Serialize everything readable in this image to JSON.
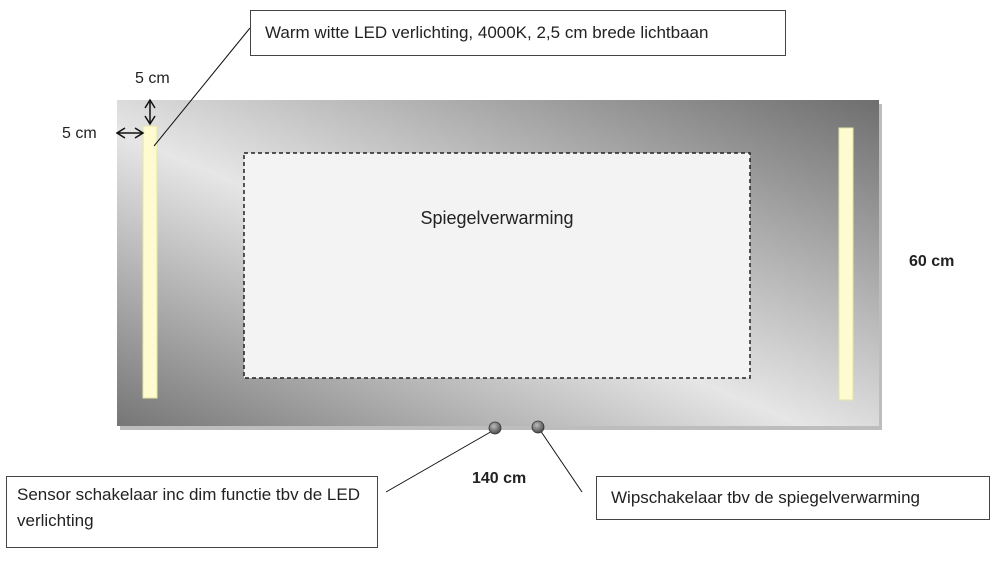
{
  "labels": {
    "led_callout": "Warm witte LED verlichting, 4000K, 2,5 cm brede lichtbaan",
    "heating_zone": "Spiegelverwarming",
    "sensor_callout": "Sensor schakelaar inc dim functie tbv de LED verlichting",
    "switch_callout": "Wipschakelaar tbv de spiegelverwarming"
  },
  "dimensions": {
    "top_offset": "5 cm",
    "side_offset": "5 cm",
    "height": "60 cm",
    "width": "140 cm"
  },
  "colors": {
    "led_strip": "#fdfbcf",
    "mirror_dark": "#7a7a7a",
    "mirror_light": "#dcdcdc",
    "heating_fill": "#f3f3f3"
  }
}
